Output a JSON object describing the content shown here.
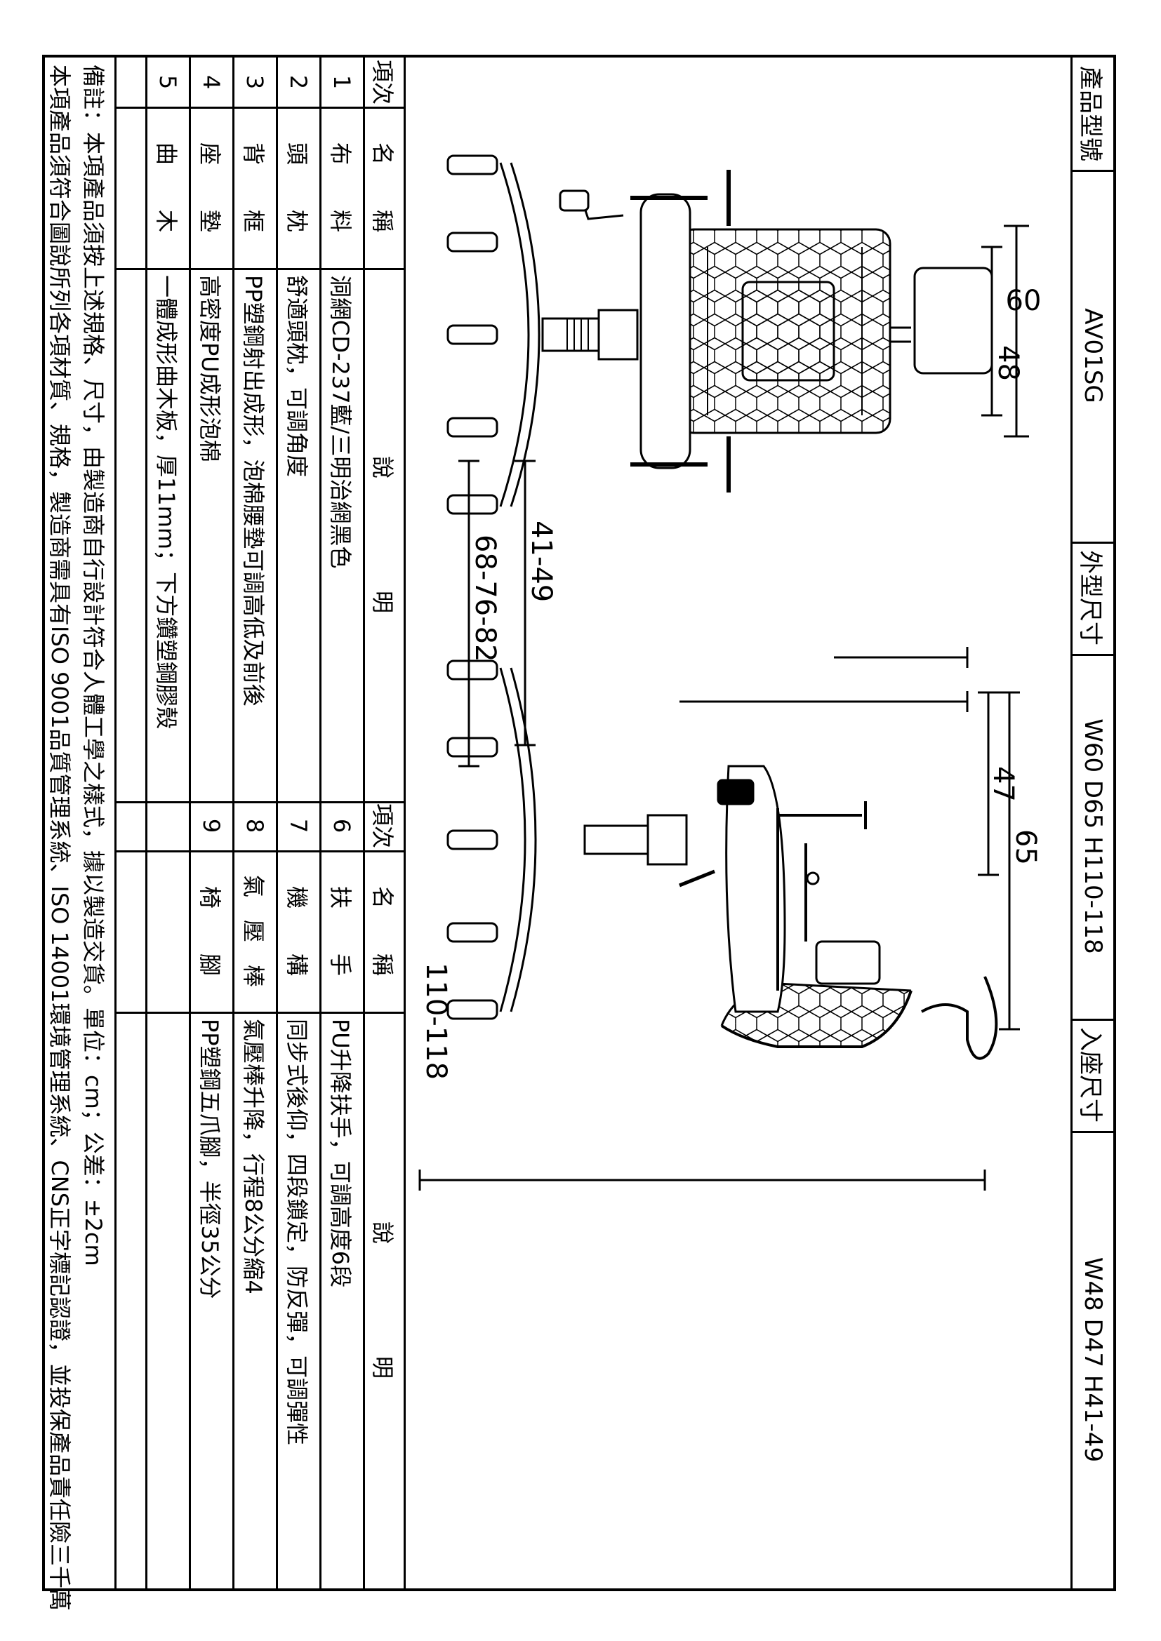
{
  "header": {
    "model_label": "產品型號",
    "model_value": "AV01SG",
    "outer_label": "外型尺寸",
    "outer_value": "W60 D65 H110-118",
    "seat_label": "入座尺寸",
    "seat_value": "W48 D47 H41-49"
  },
  "dimensions": {
    "front_width_outer": "60",
    "front_width_inner": "48",
    "seat_height": "41-49",
    "back_height": "68-76-82",
    "side_depth_outer": "65",
    "side_depth_inner": "47",
    "total_height": "110-118"
  },
  "table": {
    "col_no": "項次",
    "col_name": "名　　稱",
    "col_desc": "說　　　　　明",
    "left_rows": [
      {
        "no": "1",
        "name": "布　　料",
        "desc": "洞網CD-237藍/三明治網黑色"
      },
      {
        "no": "2",
        "name": "頭　　枕",
        "desc": "舒適頭枕，可調角度"
      },
      {
        "no": "3",
        "name": "背　　框",
        "desc": "PP塑鋼射出成形，泡棉腰墊可調高低及前後"
      },
      {
        "no": "4",
        "name": "座　　墊",
        "desc": "高密度PU成形泡棉"
      },
      {
        "no": "5",
        "name": "曲　　木",
        "desc": "一體成形曲木板，厚11mm；下方鑽塑鋼膠殼"
      }
    ],
    "right_rows": [
      {
        "no": "6",
        "name": "扶　　手",
        "desc": "PU升降扶手，可調高度6段"
      },
      {
        "no": "7",
        "name": "機　　構",
        "desc": "同步式後仰，四段鎖定，防反彈，可調彈性"
      },
      {
        "no": "8",
        "name": "氣　壓　棒",
        "desc": "氣壓棒升降，行程8公分縮4"
      },
      {
        "no": "9",
        "name": "椅　　腳",
        "desc": "PP塑鋼五爪腳，半徑35公分"
      }
    ]
  },
  "notes": {
    "line1": "備註：本項產品須按上述規格、尺寸，由製造商自行設計符合人體工學之樣式，據以製造交貨。單位：cm；公差：±2cm",
    "line2": "本項產品須符合圖說所列各項材質、規格，製造商需具有ISO 9001品質管理系統、ISO 14001環境管理系統、CNS正字標記認證，並投保產品責任險三千萬"
  }
}
